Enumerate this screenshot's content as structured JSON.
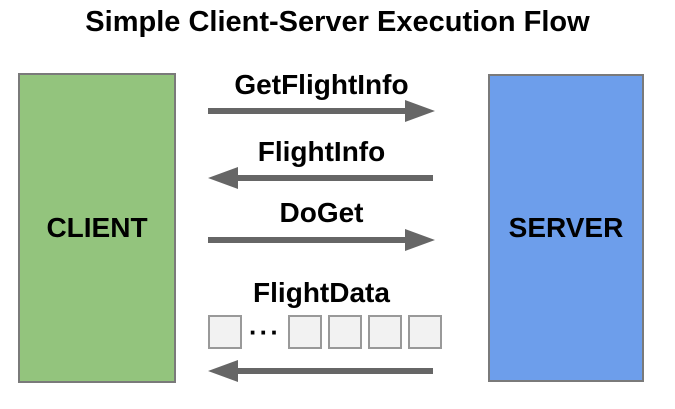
{
  "title": "Simple Client-Server Execution Flow",
  "nodes": {
    "client": {
      "label": "CLIENT",
      "fill": "#93c47d"
    },
    "server": {
      "label": "SERVER",
      "fill": "#6d9eeb"
    }
  },
  "messages": [
    {
      "label": "GetFlightInfo",
      "direction": "right",
      "from": "CLIENT",
      "to": "SERVER"
    },
    {
      "label": "FlightInfo",
      "direction": "left",
      "from": "SERVER",
      "to": "CLIENT"
    },
    {
      "label": "DoGet",
      "direction": "right",
      "from": "CLIENT",
      "to": "SERVER"
    },
    {
      "label": "FlightData",
      "direction": "left",
      "from": "SERVER",
      "to": "CLIENT"
    }
  ],
  "flight_data_stream": {
    "ellipsis": "···",
    "chunks_before_ellipsis": 1,
    "chunks_after_ellipsis": 4
  },
  "colors": {
    "text": "#000000",
    "arrow": "#666666",
    "client_fill": "#93c47d",
    "server_fill": "#6d9eeb",
    "box_border": "#7a7a7a",
    "chunk_fill": "#f2f2f2",
    "chunk_border": "#999999"
  }
}
